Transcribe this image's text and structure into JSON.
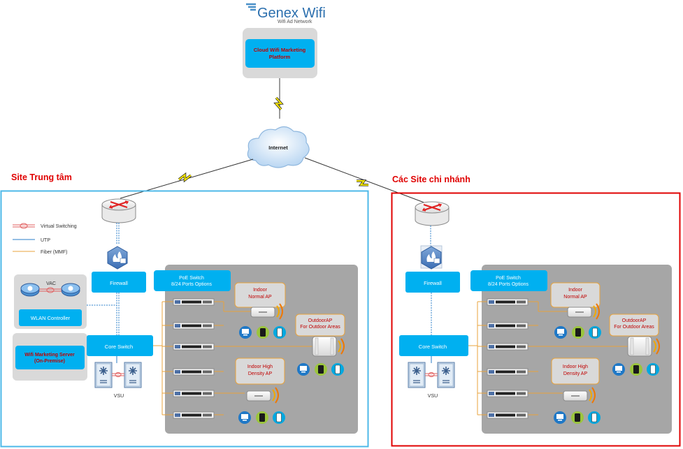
{
  "brand": {
    "name": "Genex Wifi",
    "tagline": "Wifi Ad Network"
  },
  "cloud_platform": {
    "line1": "Cloud Wifi Marketing",
    "line2": "Platform"
  },
  "internet_label": "Internet",
  "central_site": {
    "title": "Site Trung tâm",
    "legend": {
      "virtual": "Virtual Switching",
      "utp": "UTP",
      "fiber": "Fiber (MMF)"
    },
    "vac_label": "VAC",
    "wlan_controller": "WLAN Controller",
    "marketing_server": {
      "line1": "Wifi Marketing Server",
      "line2": "(On-Premise)"
    },
    "firewall": "Firewall",
    "core_switch": "Core Switch",
    "vsu": "VSU",
    "poe_switch": {
      "line1": "PoE  Switch",
      "line2": "8/24 Ports Options"
    },
    "indoor_normal": {
      "line1": "Indoor",
      "line2": "Normal AP"
    },
    "outdoor_ap": {
      "line1": "OutdoorAP",
      "line2": "For Outdoor Areas"
    },
    "indoor_high": {
      "line1": "Indoor High",
      "line2": "Density AP"
    }
  },
  "branch_site": {
    "title": "Các Site chi nhánh",
    "firewall": "Firewall",
    "core_switch": "Core Switch",
    "vsu": "VSU",
    "poe_switch": {
      "line1": "PoE  Switch",
      "line2": "8/24 Ports Options"
    },
    "indoor_normal": {
      "line1": "Indoor",
      "line2": "Normal AP"
    },
    "outdoor_ap": {
      "line1": "OutdoorAP",
      "line2": "For Outdoor Areas"
    },
    "indoor_high": {
      "line1": "Indoor High",
      "line2": "Density AP"
    }
  },
  "colors": {
    "accent_blue": "#00b0f0",
    "label_red": "#c00000",
    "site_center_border": "#4db8e8",
    "site_branch_border": "#e00000",
    "panel_gray": "#a6a6a6",
    "fiber": "#e8a33c"
  },
  "icons": [
    "router-icon",
    "firewall-icon",
    "switch-icon",
    "access-point-icon",
    "pc-icon",
    "phone-icon",
    "tablet-icon",
    "lightning-link-icon",
    "cloud-icon"
  ]
}
